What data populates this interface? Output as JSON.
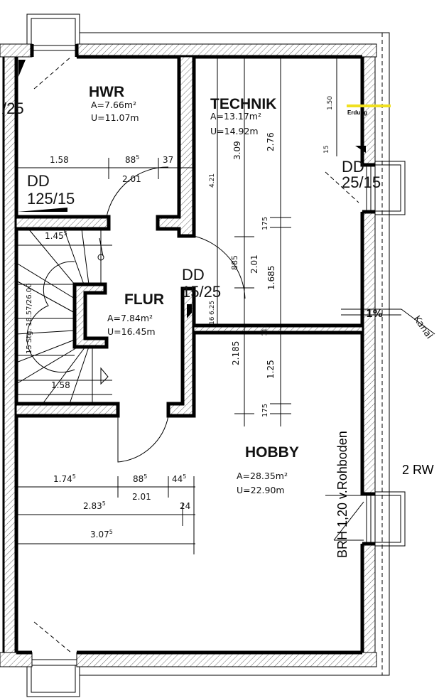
{
  "rooms": {
    "hwr": {
      "name": "HWR",
      "area": "A=7.66m²",
      "perimeter": "U=11.07m"
    },
    "technik": {
      "name": "TECHNIK",
      "area": "A=13.17m²",
      "perimeter": "U=14.92m"
    },
    "flur": {
      "name": "FLUR",
      "area": "A=7.84m²",
      "perimeter": "U=16.45m"
    },
    "hobby": {
      "name": "HOBBY",
      "area": "A=28.35m²",
      "perimeter": "U=22.90m"
    }
  },
  "openings": {
    "dd_left_top": {
      "label": "DD",
      "size": "125/15"
    },
    "dd_right": {
      "label": "DD",
      "size": "25/15"
    },
    "dd_center": {
      "label": "DD",
      "size": "15/25"
    },
    "edge_fragment": "/25"
  },
  "annotations": {
    "erdung": "Erdung",
    "gradient": "1%",
    "kanal": "Kanal",
    "stairs": "15 Stg. 18.57/26.00",
    "brh": "BRH 1,20  v.Rohboden",
    "rw": "2 RW"
  },
  "dimensions": {
    "hwr_1": {
      "main": "1.58",
      "sup": ""
    },
    "hwr_2": {
      "main": "88",
      "sup": "5"
    },
    "hwr_3": {
      "main": "37",
      "sup": ""
    },
    "hwr_total": {
      "main": "2.01",
      "sup": ""
    },
    "stair_top": {
      "main": "1.45",
      "sup": "5"
    },
    "stair_bottom": {
      "main": "1.58",
      "sup": ""
    },
    "v_421": "4.21",
    "v_309": "3.09",
    "v_276": "2.76",
    "v_150": "1.50",
    "v_15": "15",
    "v_175a": "175",
    "v_885": "885",
    "v_201": "2.01",
    "v_1685": "1.685",
    "v_625": "6.25",
    "v_16": "16",
    "v_115": "115",
    "v_2185": "2.185",
    "v_125": "1.25",
    "v_175b": "175",
    "hobby_1": {
      "main": "1.74",
      "sup": "5"
    },
    "hobby_2": {
      "main": "88",
      "sup": "5"
    },
    "hobby_3": {
      "main": "44",
      "sup": "5"
    },
    "hobby_201": {
      "main": "2.01",
      "sup": ""
    },
    "hobby_2835": {
      "main": "2.83",
      "sup": "5"
    },
    "hobby_24": {
      "main": "24",
      "sup": ""
    },
    "hobby_3075": {
      "main": "3.07",
      "sup": "5"
    }
  },
  "colors": {
    "erdung_bar": "#f0e020",
    "wall_line": "#000000"
  }
}
